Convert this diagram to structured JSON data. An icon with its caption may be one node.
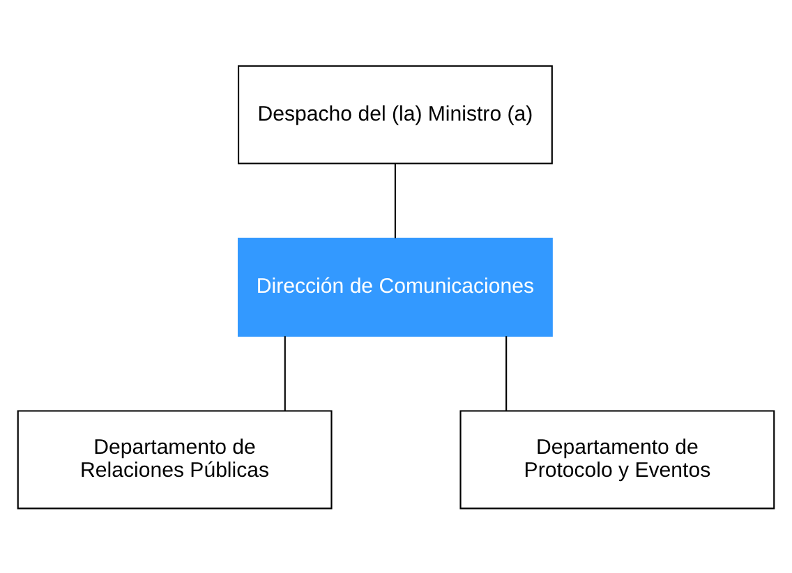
{
  "diagram": {
    "nodes": [
      {
        "text": [
          "Despacho del (la) Ministro (a)"
        ]
      },
      {
        "text": [
          "Dirección de Comunicaciones"
        ]
      },
      {
        "text": [
          "Departamento de Relaciones Públicas"
        ]
      },
      {
        "text": [
          "Departamento de Protocolo y Eventos"
        ]
      }
    ],
    "edges": [
      {
        "from": 0,
        "to": 1,
        "arrow": "none"
      },
      {
        "from": 1,
        "to": 2,
        "arrow": "none"
      },
      {
        "from": 1,
        "to": 3,
        "arrow": "none"
      }
    ]
  }
}
